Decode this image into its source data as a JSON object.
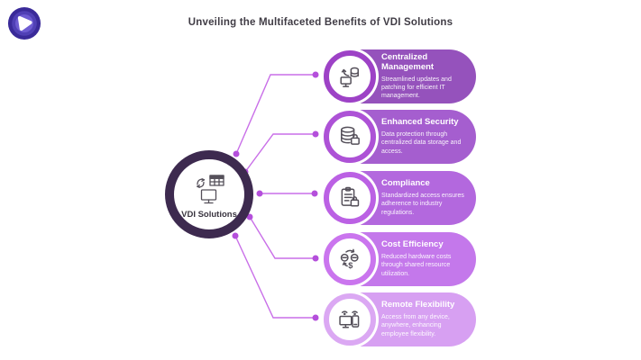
{
  "title": "Unveiling the Multifaceted Benefits of VDI Solutions",
  "center": {
    "label": "VDI Solutions",
    "icon": "vdi-monitor-table-sync-icon"
  },
  "colors": {
    "center_ring": "#3d2a4f",
    "connector_line": "#c96fe8",
    "connector_dot": "#b44fdb",
    "logo_outer": "#3a2a99",
    "logo_mid": "#5040b5",
    "logo_inner": "#6e5cd2",
    "logo_glyph": "#ffffff"
  },
  "items": [
    {
      "title": "Centralized Management",
      "description": "Streamlined updates and patching for efficient IT management.",
      "icon": "monitor-update-stack-icon",
      "pill_color": "#9552bc",
      "ring_color": "#9d42c6"
    },
    {
      "title": "Enhanced Security",
      "description": "Data protection through centralized data storage and access.",
      "icon": "database-lock-icon",
      "pill_color": "#a55ecf",
      "ring_color": "#ad52d6"
    },
    {
      "title": "Compliance",
      "description": "Standardized access ensures adherence to industry regulations.",
      "icon": "clipboard-lock-icon",
      "pill_color": "#b368de",
      "ring_color": "#bb61e4"
    },
    {
      "title": "Cost Efficiency",
      "description": "Reduced hardware costs through shared resource utilization.",
      "icon": "coins-cycle-icon",
      "pill_color": "#c478eb",
      "ring_color": "#ca75ee"
    },
    {
      "title": "Remote Flexibility",
      "description": "Access from any device, anywhere, enhancing employee flexibility.",
      "icon": "devices-wifi-icon",
      "pill_color": "#d7a0f2",
      "ring_color": "#dba8f3"
    }
  ]
}
